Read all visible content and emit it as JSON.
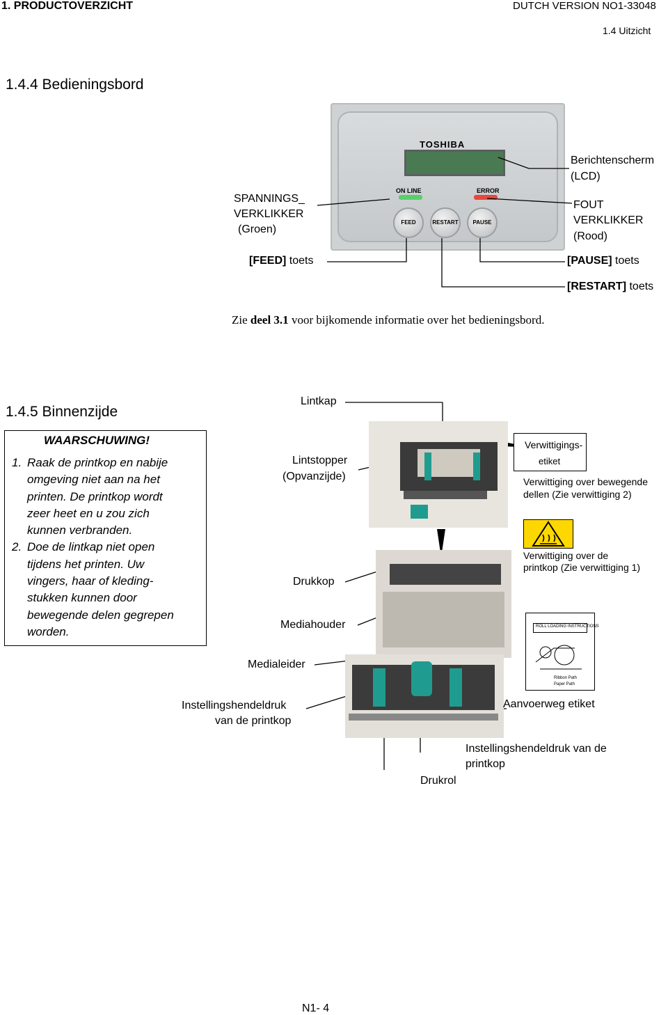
{
  "header": {
    "section": "1. PRODUCTOVERZICHT",
    "version": "DUTCH VERSION NO1-33048",
    "subsection": "1.4 Uitzicht"
  },
  "section_144": {
    "title": "1.4.4 Bedieningsbord",
    "panel": {
      "brand": "TOSHIBA",
      "online_label": "ON LINE",
      "error_label": "ERROR",
      "feed_btn": "FEED",
      "restart_btn": "RESTART",
      "pause_btn": "PAUSE"
    },
    "callouts": {
      "spanning_1": "SPANNINGS_",
      "spanning_2": "VERKLIKKER",
      "spanning_3": "(Groen)",
      "feed": "[FEED] toets",
      "lcd_1": "Berichtenscherm",
      "lcd_2": "(LCD)",
      "fout_1": "FOUT",
      "fout_2": "VERKLIKKER",
      "fout_3": "(Rood)",
      "pause": "[PAUSE] toets",
      "restart": "[RESTART] toets"
    },
    "note_prefix": "Zie ",
    "note_bold": "deel 3.1",
    "note_suffix": " voor bijkomende informatie over het bedieningsbord."
  },
  "section_145": {
    "title": "1.4.5 Binnenzijde",
    "warning": {
      "heading": "WAARSCHUWING!",
      "n1": "1.",
      "l1": "Raak de printkop en nabije",
      "l2": "omgeving niet aan na het",
      "l3": "printen. De printkop wordt",
      "l4": "zeer heet en u zou zich",
      "l5": "kunnen verbranden.",
      "n2": "2.",
      "l6": "Doe de lintkap niet open",
      "l7": "tijdens het printen. Uw",
      "l8": "vingers, haar of kleding-",
      "l9": "stukken kunnen door",
      "l10": "bewegende delen gegrepen",
      "l11": "worden."
    },
    "callouts": {
      "lintkap": "Lintkap",
      "lintstopper_1": "Lintstopper",
      "lintstopper_2": "(Opvanzijde)",
      "drukkop": "Drukkop",
      "mediahouder": "Mediahouder",
      "medialeider": "Medialeider",
      "instelling_1a": "Instellingshendeldruk",
      "instelling_1b": "van de printkop",
      "verwittiging_1": "Verwittigings-",
      "verwittiging_2": "etiket",
      "bewegende_1": "Verwittiging over bewegende",
      "bewegende_2": "dellen (Zie verwittiging 2)",
      "printkop_1": "Verwittiging over de",
      "printkop_2": "printkop (Zie verwittiging 1)",
      "aanvoerweg": "Aanvoerweg etiket",
      "instelling_2a": "Instellingshendeldruk van de",
      "instelling_2b": "printkop",
      "drukrol": "Drukrol"
    },
    "roll_label": {
      "title": "ROLL LOADING INSTRUCTIONS",
      "ribbon": "Ribbon Path",
      "paper": "Paper Path"
    }
  },
  "footer": {
    "page": "N1- 4"
  }
}
